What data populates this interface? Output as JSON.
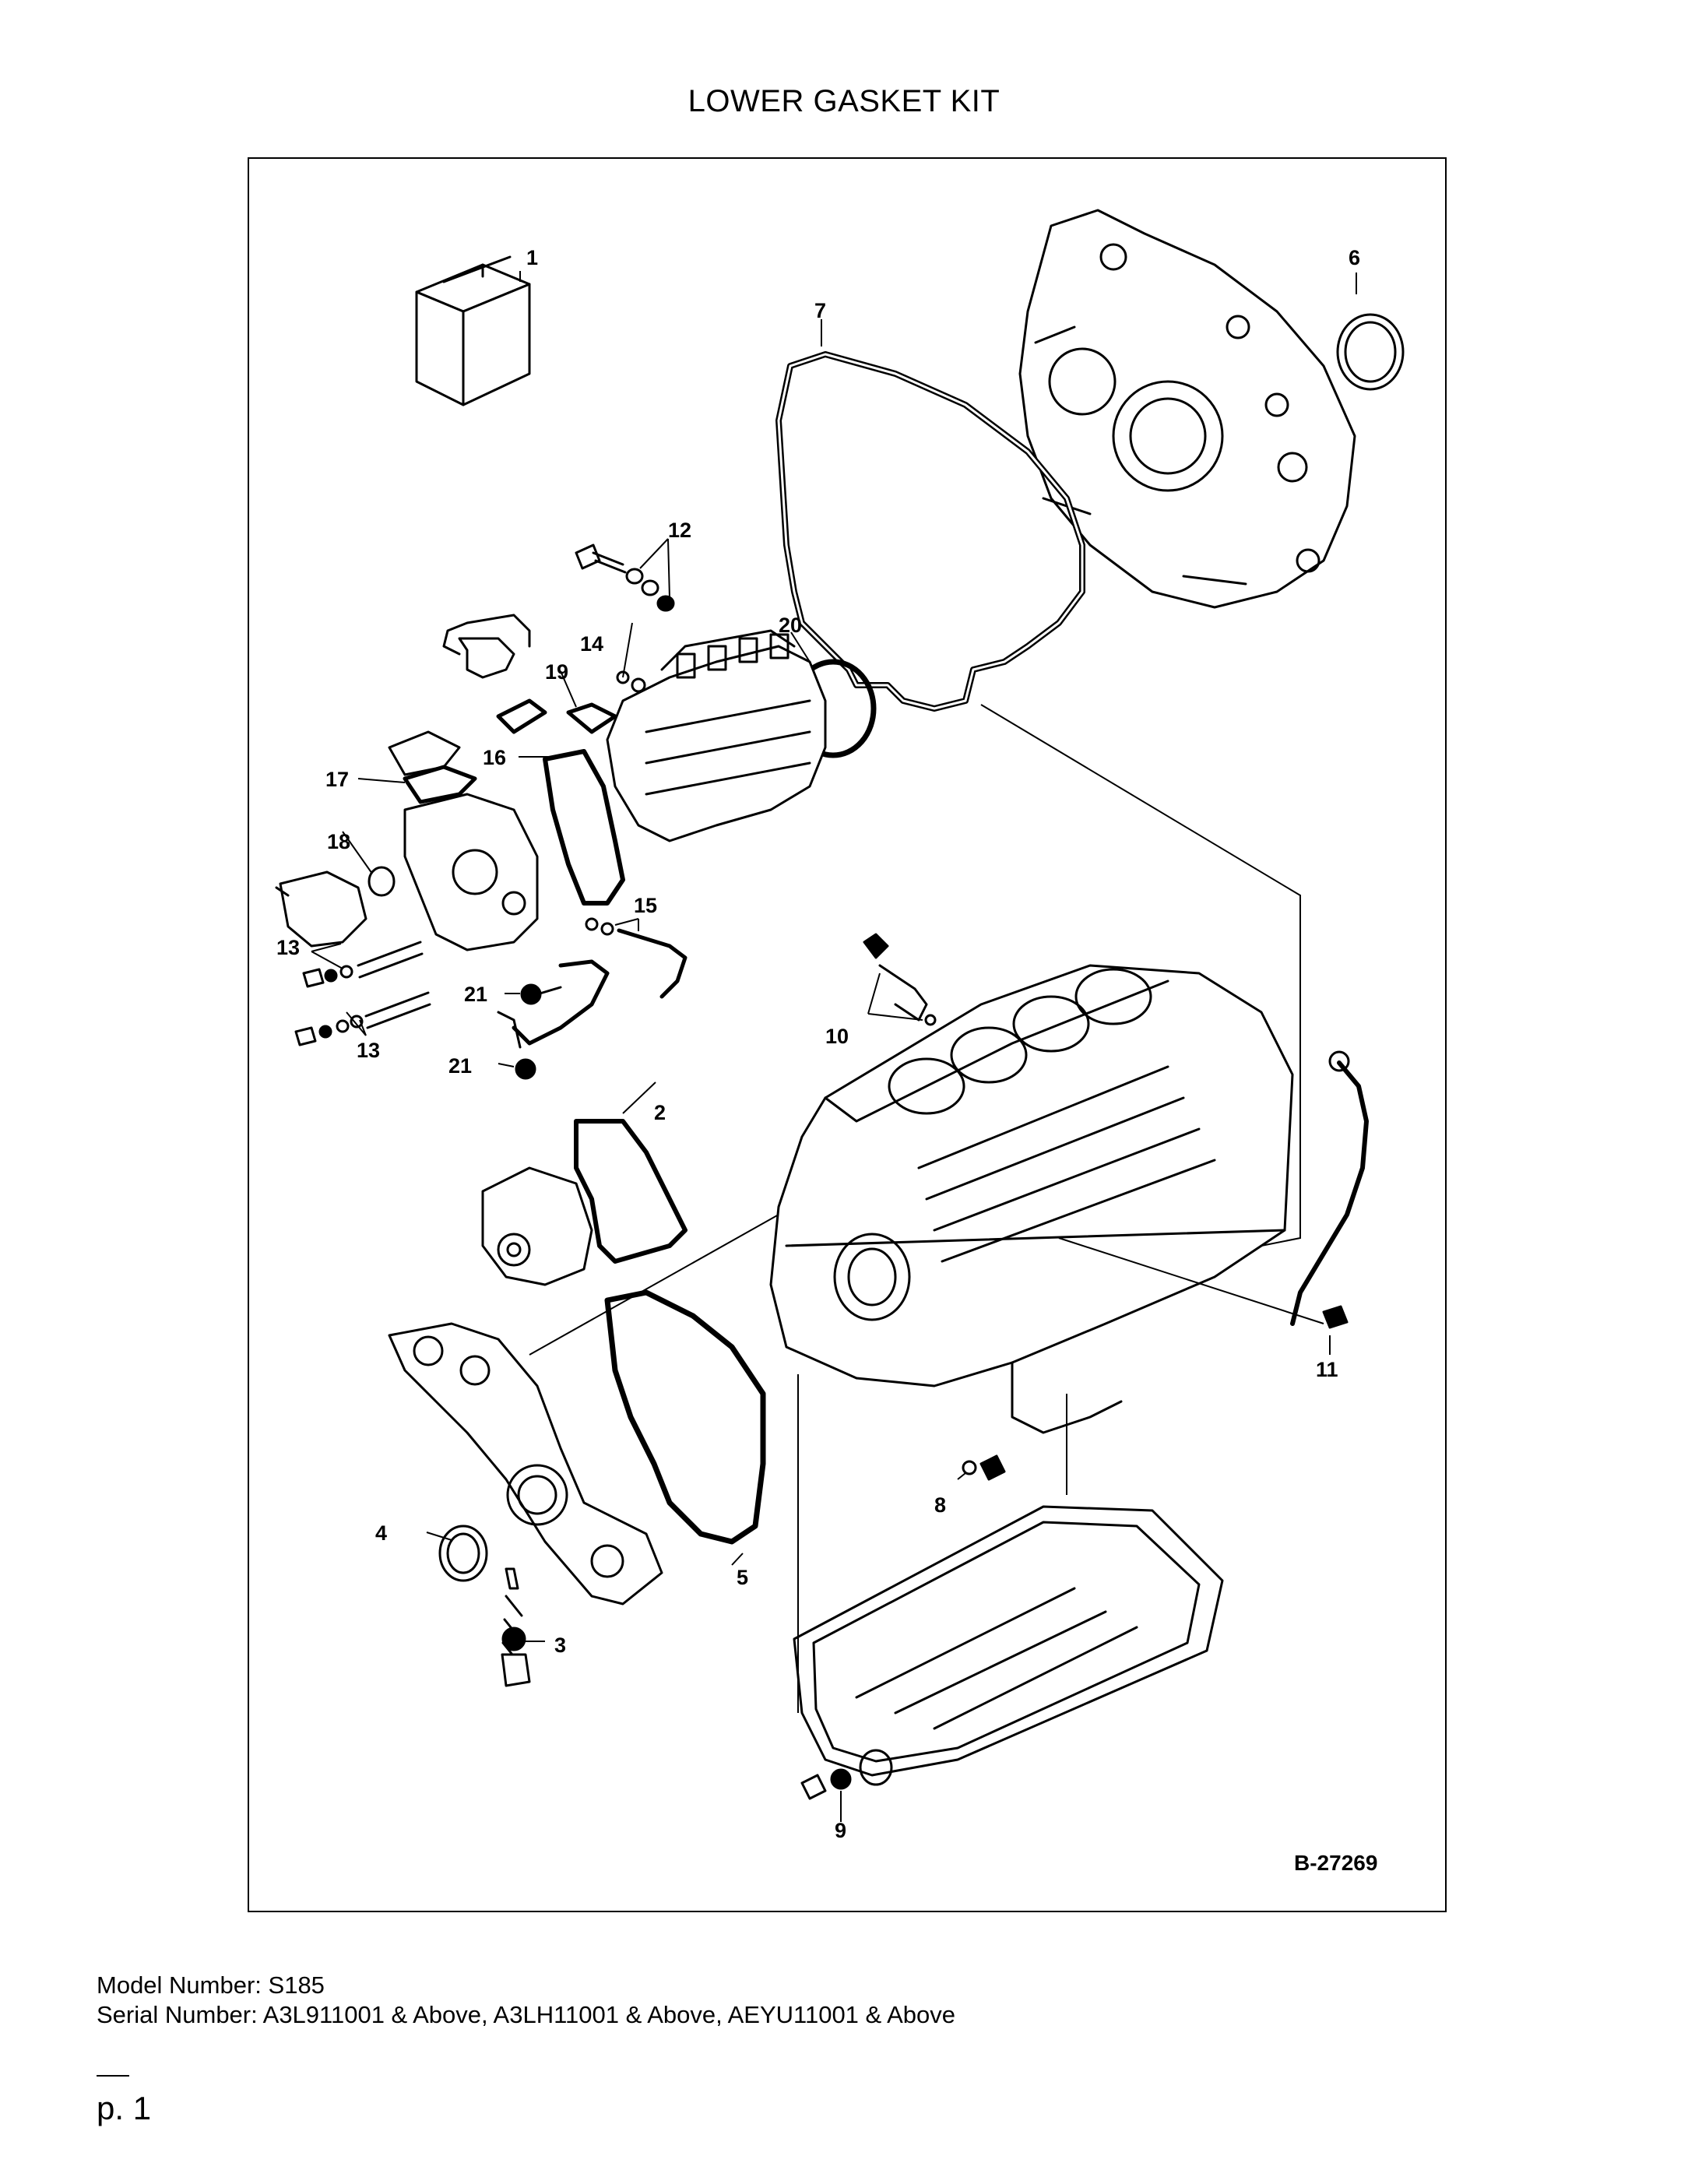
{
  "title": "LOWER GASKET KIT",
  "figure_code": "B-27269",
  "callouts": [
    {
      "num": "1"
    },
    {
      "num": "2"
    },
    {
      "num": "3"
    },
    {
      "num": "4"
    },
    {
      "num": "5"
    },
    {
      "num": "6"
    },
    {
      "num": "7"
    },
    {
      "num": "8"
    },
    {
      "num": "9"
    },
    {
      "num": "10"
    },
    {
      "num": "11"
    },
    {
      "num": "12"
    },
    {
      "num": "13"
    },
    {
      "num": "13"
    },
    {
      "num": "14"
    },
    {
      "num": "15"
    },
    {
      "num": "16"
    },
    {
      "num": "17"
    },
    {
      "num": "18"
    },
    {
      "num": "19"
    },
    {
      "num": "20"
    },
    {
      "num": "21"
    },
    {
      "num": "21"
    }
  ],
  "footer": {
    "model": "Model Number: S185",
    "serial": "Serial Number: A3L911001 & Above, A3LH11001 & Above, AEYU11001 & Above"
  },
  "page_label": "p. 1"
}
